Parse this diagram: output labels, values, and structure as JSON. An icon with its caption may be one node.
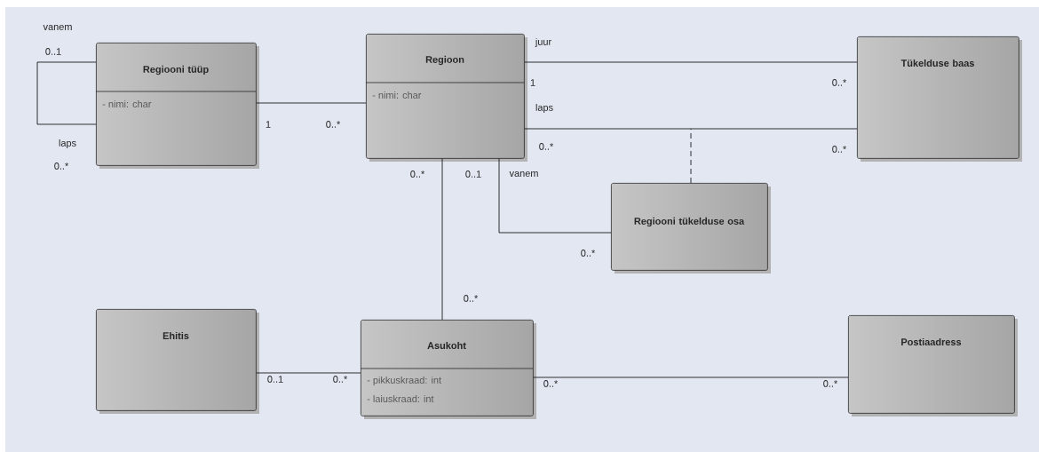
{
  "diagram": {
    "nodes": [
      {
        "text": [
          "Regiooni tüüp",
          "- nimi: char"
        ]
      },
      {
        "text": [
          "Regioon",
          "- nimi: char"
        ]
      },
      {
        "text": [
          "Tükelduse baas"
        ]
      },
      {
        "text": [
          "Regiooni tükelduse osa"
        ]
      },
      {
        "text": [
          "Ehitis"
        ]
      },
      {
        "text": [
          "Asukoht",
          "- pikkuskraad: int",
          "- laiuskraad: int"
        ]
      },
      {
        "text": [
          "Postiaadress"
        ]
      }
    ],
    "edges": [
      {
        "from": 0,
        "to": 0,
        "arrow": "none"
      },
      {
        "from": 0,
        "to": 1,
        "arrow": "none"
      },
      {
        "from": 1,
        "to": 2,
        "arrow": "none"
      },
      {
        "from": 1,
        "to": 2,
        "arrow": "none"
      },
      {
        "from": 1,
        "to": 3,
        "arrow": "none"
      },
      {
        "from": 3,
        "to": null,
        "arrow": "none",
        "style": "dashed"
      },
      {
        "from": 1,
        "to": 5,
        "arrow": "none"
      },
      {
        "from": 4,
        "to": 5,
        "arrow": "none"
      },
      {
        "from": 5,
        "to": 6,
        "arrow": "none"
      }
    ],
    "labels": [
      "vanem",
      "0..1",
      "juur",
      "1",
      "0..*",
      "laps",
      "1",
      "0..*",
      "laps",
      "0..*",
      "0..*",
      "0..*",
      "0..*",
      "0..1",
      "vanem",
      "0..*",
      "0..*",
      "0..1",
      "0..*",
      "0..*",
      "0..*"
    ]
  }
}
